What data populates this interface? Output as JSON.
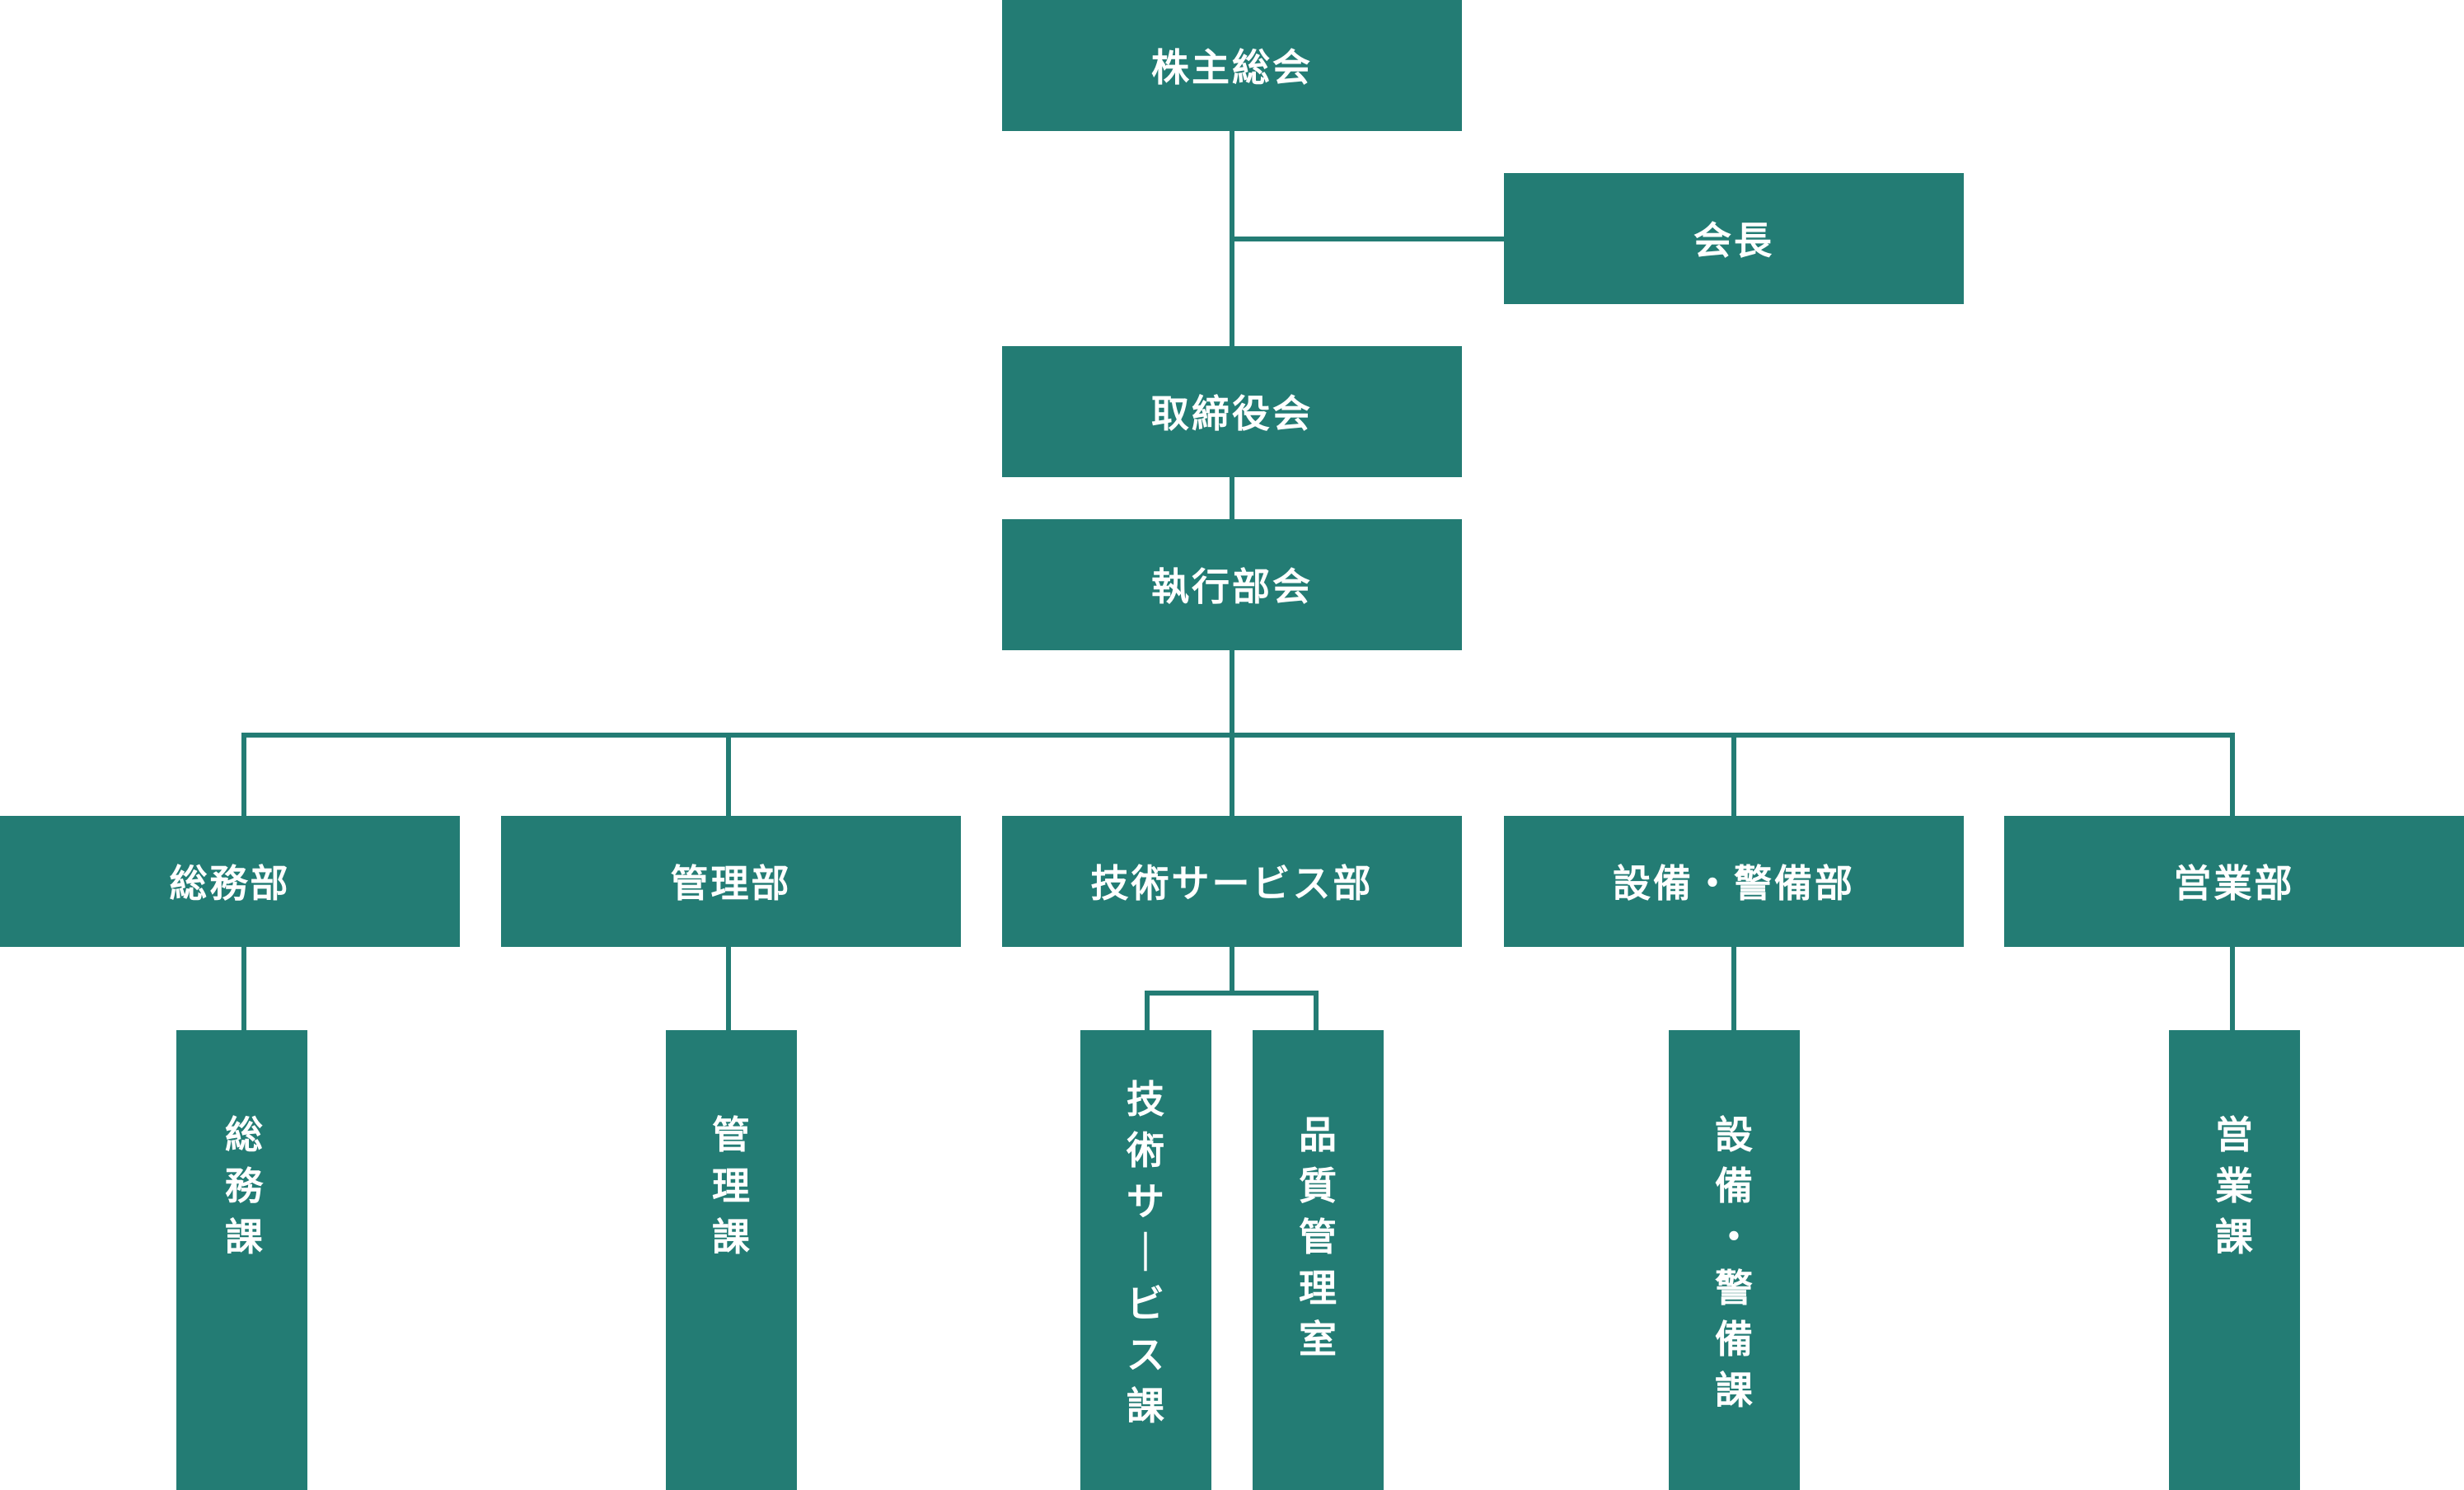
{
  "colors": {
    "box_fill": "#237c74",
    "line": "#237c74",
    "text": "#ffffff",
    "background": "#ffffff"
  },
  "nodes": {
    "shareholders": "株主総会",
    "chairman": "会長",
    "board": "取締役会",
    "executive": "執行部会",
    "departments": [
      "総務部",
      "管理部",
      "技術サービス部",
      "設備・警備部",
      "営業部"
    ],
    "sections": [
      "総務課",
      "管理課",
      "技術サービス課",
      "品質管理室",
      "設備・警備課",
      "営業課"
    ]
  }
}
